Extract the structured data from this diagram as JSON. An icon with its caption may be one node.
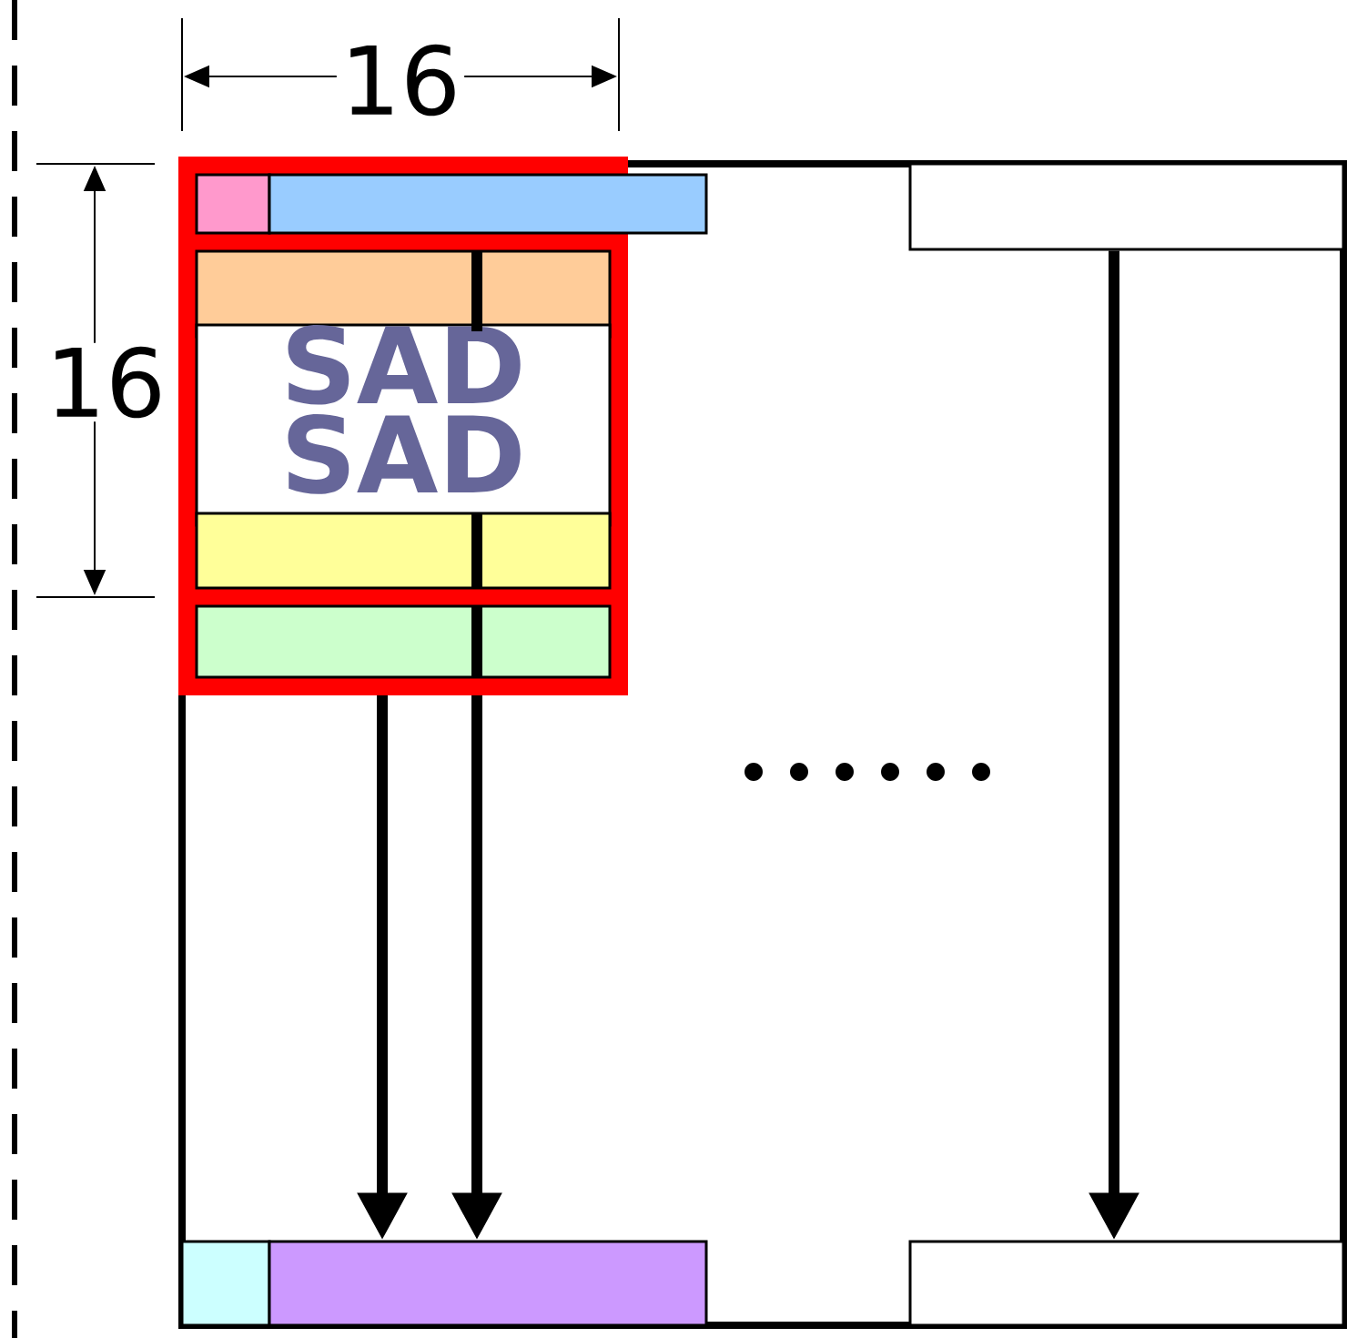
{
  "diagram": {
    "nodes": [
      {
        "text": [],
        "shape": "box"
      },
      {
        "text": [],
        "shape": "box"
      },
      {
        "text": [],
        "shape": "box"
      },
      {
        "text": [],
        "shape": "box"
      },
      {
        "text": [
          "SAD",
          "SAD"
        ]
      },
      {
        "text": [],
        "shape": "box"
      },
      {
        "text": [],
        "shape": "box"
      },
      {
        "text": [],
        "shape": "box"
      },
      {
        "text": [],
        "shape": "box"
      },
      {
        "text": [],
        "shape": "box"
      }
    ],
    "edges": [
      {
        "from": 6,
        "to": 8,
        "arrow": "to"
      },
      {
        "from": 6,
        "to": 8,
        "arrow": "to"
      },
      {
        "from": 2,
        "to": 9,
        "arrow": "to"
      }
    ],
    "labels": [
      "16",
      "16"
    ]
  }
}
